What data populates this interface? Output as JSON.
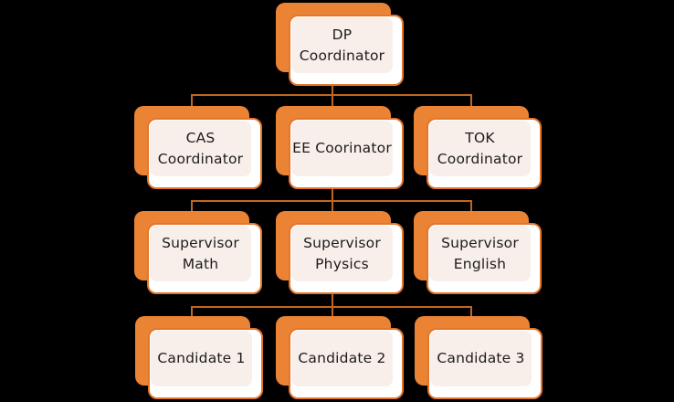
{
  "diagram": {
    "type": "org-chart",
    "background": "#000000",
    "colors": {
      "node_back": "#EB8334",
      "node_border": "#E4762C",
      "node_face": "#FFFFFF",
      "node_inner": "#F8EFEA",
      "connector": "#C2661E",
      "text": "#1C1C1C"
    },
    "edges": [
      [
        "dp",
        "cas"
      ],
      [
        "dp",
        "ee"
      ],
      [
        "dp",
        "tok"
      ],
      [
        "ee",
        "sup_math"
      ],
      [
        "ee",
        "sup_physics"
      ],
      [
        "ee",
        "sup_english"
      ],
      [
        "sup_physics",
        "cand1"
      ],
      [
        "sup_physics",
        "cand2"
      ],
      [
        "sup_physics",
        "cand3"
      ]
    ]
  },
  "nodes": {
    "dp": {
      "label": "DP\nCoordinator"
    },
    "cas": {
      "label": "CAS\nCoordinator"
    },
    "ee": {
      "label": "EE Coorinator"
    },
    "tok": {
      "label": "TOK\nCoordinator"
    },
    "sup_math": {
      "label": "Supervisor\nMath"
    },
    "sup_physics": {
      "label": "Supervisor\nPhysics"
    },
    "sup_english": {
      "label": "Supervisor\nEnglish"
    },
    "cand1": {
      "label": "Candidate 1"
    },
    "cand2": {
      "label": "Candidate 2"
    },
    "cand3": {
      "label": "Candidate 3"
    }
  }
}
